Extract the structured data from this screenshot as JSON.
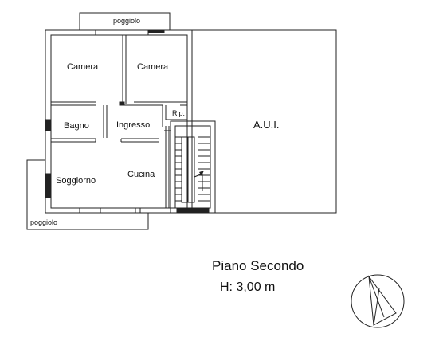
{
  "plan": {
    "rooms": {
      "camera_1": "Camera",
      "camera_2": "Camera",
      "bagno": "Bagno",
      "ingresso": "Ingresso",
      "ripostiglio": "Rip.",
      "soggiorno": "Soggiorno",
      "cucina": "Cucina",
      "aui": "A.U.I."
    },
    "balconies": {
      "top": "poggiolo",
      "bottom": "poggiolo"
    }
  },
  "footer": {
    "floor_label": "Piano Secondo",
    "height_label": "H: 3,00 m"
  },
  "compass": {
    "icon": "north-arrow-icon"
  }
}
